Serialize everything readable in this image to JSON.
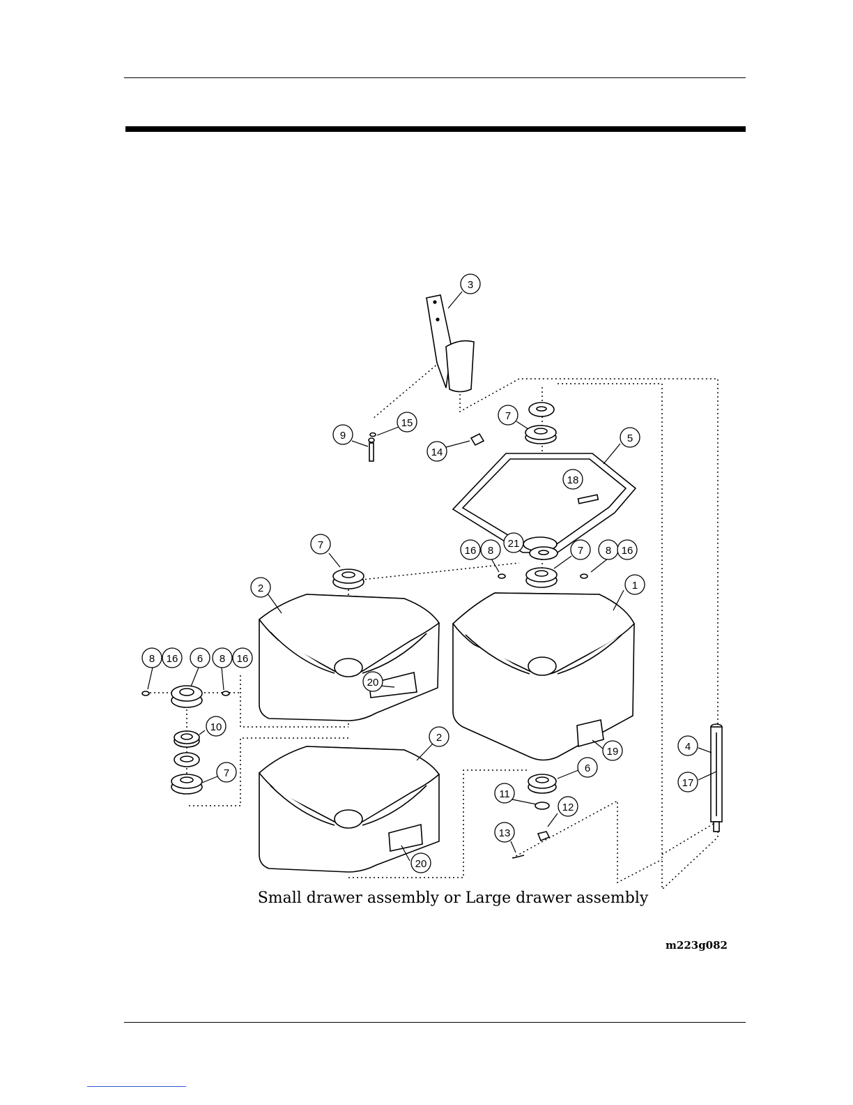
{
  "diagram": {
    "caption": "Small drawer assembly or Large drawer assembly",
    "figure_code": "m223g082",
    "callouts": [
      "1",
      "2",
      "3",
      "4",
      "5",
      "6",
      "7",
      "8",
      "9",
      "10",
      "11",
      "12",
      "13",
      "14",
      "15",
      "16",
      "17",
      "18",
      "19",
      "20",
      "21"
    ]
  }
}
